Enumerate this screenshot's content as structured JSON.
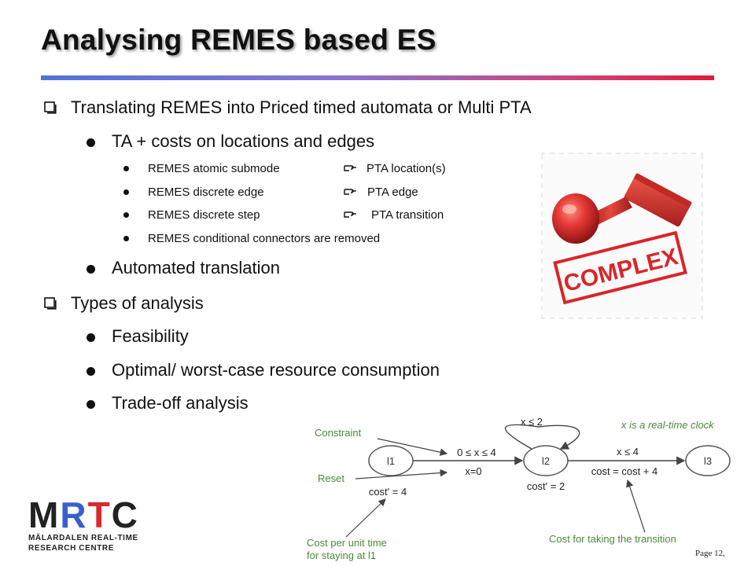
{
  "title": "Analysing REMES based ES",
  "bullets": {
    "item1": "Translating REMES into Priced timed automata or Multi PTA",
    "item1_1": "TA + costs on locations and edges",
    "sub1": {
      "left": "REMES  atomic submode",
      "right": "PTA location(s)"
    },
    "sub2": {
      "left": "REMES  discrete edge",
      "right": "PTA edge"
    },
    "sub3": {
      "left": "REMES  discrete step",
      "right": "PTA transition"
    },
    "sub4": "REMES conditional connectors are removed",
    "item1_2": "Automated translation",
    "item2": "Types of analysis",
    "item2_1": "Feasibility",
    "item2_2": "Optimal/ worst-case resource consumption",
    "item2_3": "Trade-off analysis"
  },
  "stamp": {
    "text": "COMPLEX"
  },
  "diagram": {
    "nodes": {
      "l1": "l1",
      "l2": "l2",
      "l3": "l3"
    },
    "loop_guard": "x ≤ 2",
    "edge1_guard": "0 ≤ x ≤ 4",
    "edge1_reset": "x=0",
    "edge2_guard": "x ≤ 4",
    "edge2_cost": "cost = cost + 4",
    "l1_rate": "cost' = 4",
    "l2_rate": "cost' = 2",
    "ann_clock": "x is a real-time clock",
    "ann_constraint": "Constraint",
    "ann_reset": "Reset",
    "ann_cost_unit_1": "Cost per unit time",
    "ann_cost_unit_2": "for staying at l1",
    "ann_cost_transition": "Cost for taking the transition"
  },
  "logo": {
    "big_m": "M",
    "big_r": "R",
    "big_t": "T",
    "big_c": "C",
    "line1": "MÄLARDALEN REAL-TIME",
    "line2": "RESEARCH CENTRE"
  },
  "page": "Page 12,",
  "colors": {
    "accent_blue": "#4f73d8",
    "accent_red": "#e01b35",
    "stamp_red": "#d9252b",
    "diagram_green": "#4a8a3a"
  }
}
